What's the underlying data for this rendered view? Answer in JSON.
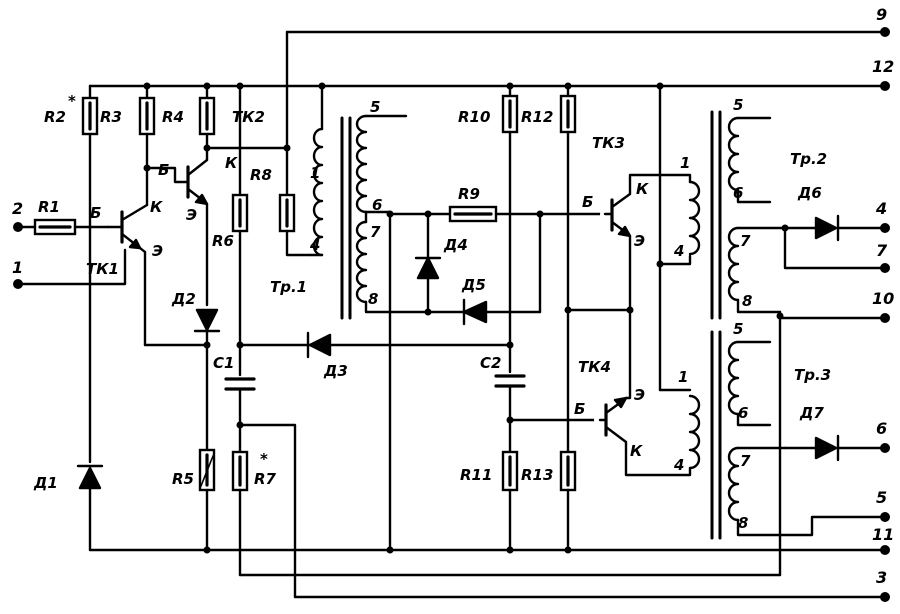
{
  "diagram": {
    "terminals": {
      "t1": "1",
      "t2": "2",
      "t3": "3",
      "t4": "4",
      "t5": "5",
      "t6": "6",
      "t7": "7",
      "t9": "9",
      "t10": "10",
      "t11": "11",
      "t12": "12"
    },
    "transistors": {
      "tk1": "ТК1",
      "tk2": "ТК2",
      "tk3": "ТК3",
      "tk4": "ТК4",
      "pin_b": "Б",
      "pin_k": "К",
      "pin_e": "Э"
    },
    "resistors": {
      "r1": "R1",
      "r2": "R2",
      "r2_mark": "*",
      "r3": "R3",
      "r4": "R4",
      "r5": "R5",
      "r6": "R6",
      "r7": "R7",
      "r7_mark": "*",
      "r8": "R8",
      "r9": "R9",
      "r10": "R10",
      "r11": "R11",
      "r12": "R12",
      "r13": "R13"
    },
    "diodes": {
      "d1": "Д1",
      "d2": "Д2",
      "d3": "Д3",
      "d4": "Д4",
      "d5": "Д5",
      "d6": "Д6",
      "d7": "Д7"
    },
    "capacitors": {
      "c1": "C1",
      "c2": "C2"
    },
    "transformers": {
      "tr1": "Тр.1",
      "tr2": "Тр.2",
      "tr3": "Тр.3",
      "w1": "1",
      "w4": "4",
      "w5": "5",
      "w6": "6",
      "w7": "7",
      "w8": "8"
    }
  }
}
